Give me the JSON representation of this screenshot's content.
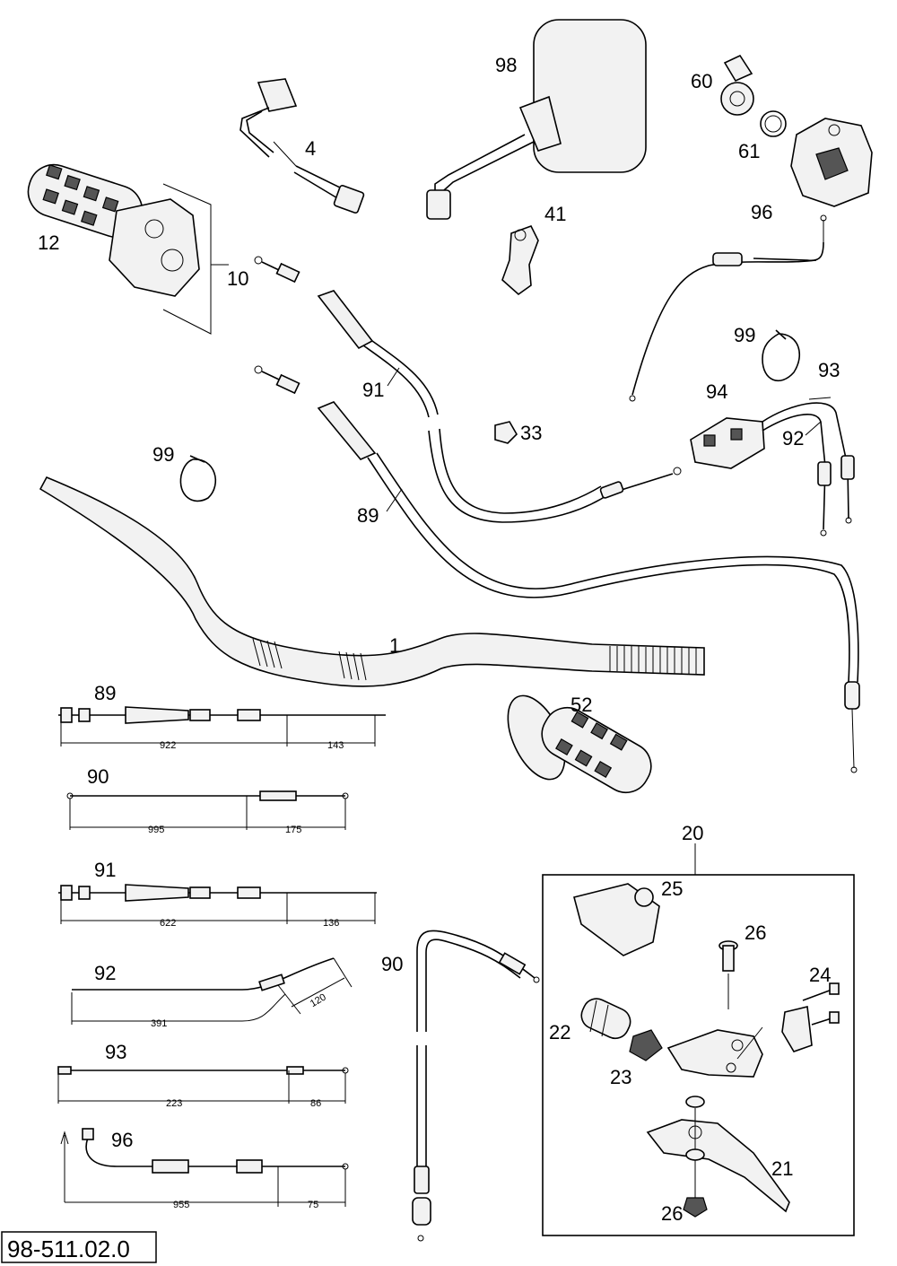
{
  "drawing_code": "98-511.02.0",
  "part_labels": {
    "p98": "98",
    "p60": "60",
    "p61": "61",
    "p4": "4",
    "p12": "12",
    "p10": "10",
    "p41": "41",
    "p96a": "96",
    "p99a": "99",
    "p93a": "93",
    "p94": "94",
    "p92a": "92",
    "p91a": "91",
    "p33": "33",
    "p99b": "99",
    "p89a": "89",
    "p1": "1",
    "p52": "52",
    "p20": "20",
    "p25": "25",
    "p26a": "26",
    "p24": "24",
    "p22": "22",
    "p23": "23",
    "p21": "21",
    "p26b": "26",
    "p90b": "90"
  },
  "cable_details": [
    {
      "label": "89",
      "dims": [
        "922",
        "143"
      ]
    },
    {
      "label": "90",
      "dims": [
        "995",
        "175"
      ]
    },
    {
      "label": "91",
      "dims": [
        "622",
        "136"
      ]
    },
    {
      "label": "92",
      "dims": [
        "391",
        "120"
      ]
    },
    {
      "label": "93",
      "dims": [
        "223",
        "86"
      ]
    },
    {
      "label": "96",
      "dims": [
        "955",
        "75"
      ]
    }
  ]
}
